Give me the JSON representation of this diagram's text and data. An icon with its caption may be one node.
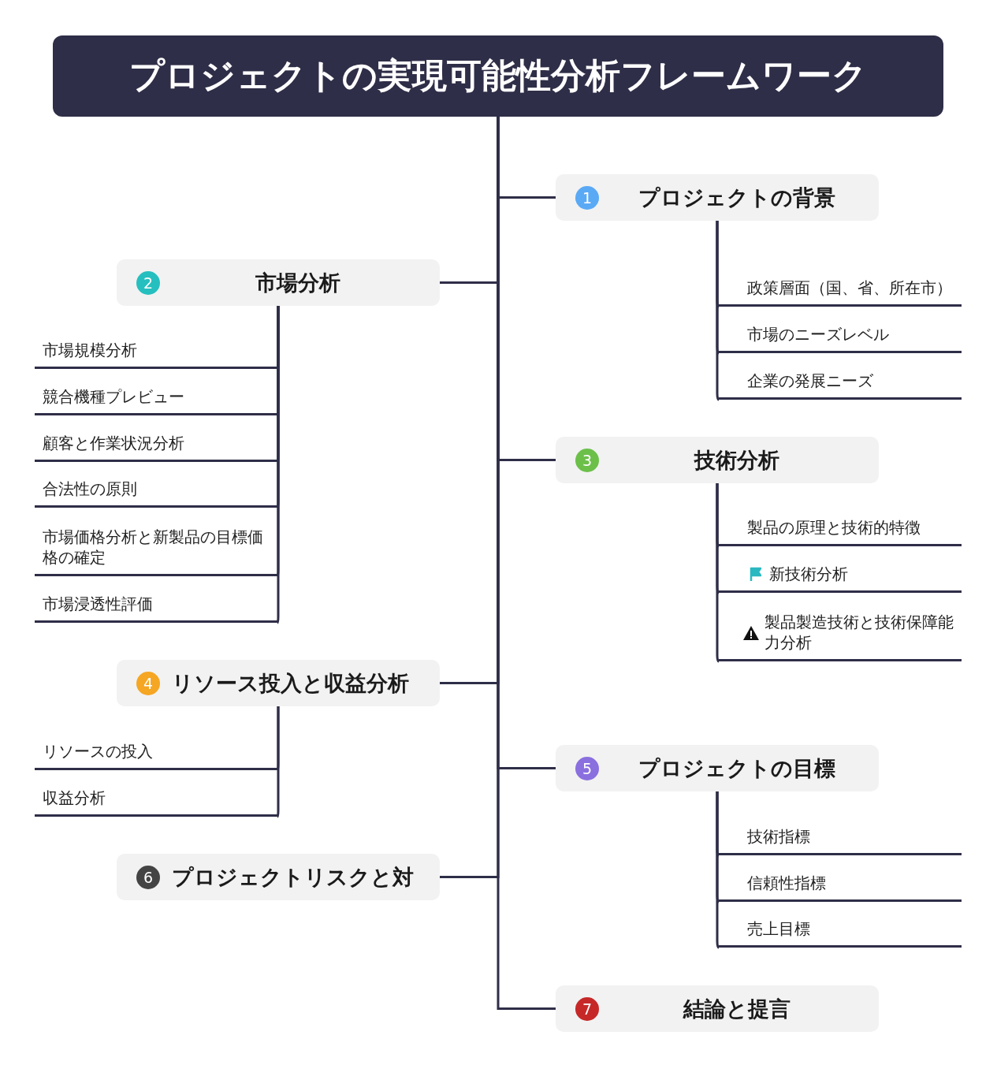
{
  "diagram": {
    "nodes": [
      {
        "text": [
          "プロジェクトの実現可能性分析フレームワーク"
        ]
      },
      {
        "text": [
          "1",
          "プロジェクトの背景"
        ]
      },
      {
        "text": [
          "政策層面（国、省、所在市）"
        ]
      },
      {
        "text": [
          "市場のニーズレベル"
        ]
      },
      {
        "text": [
          "企業の発展ニーズ"
        ]
      },
      {
        "text": [
          "2",
          "市場分析"
        ]
      },
      {
        "text": [
          "市場規模分析"
        ]
      },
      {
        "text": [
          "競合機種プレビュー"
        ]
      },
      {
        "text": [
          "顧客と作業状況分析"
        ]
      },
      {
        "text": [
          "合法性の原則"
        ]
      },
      {
        "text": [
          "市場価格分析と新製品の目標価格の確定"
        ]
      },
      {
        "text": [
          "市場浸透性評価"
        ]
      },
      {
        "text": [
          "3",
          "技術分析"
        ]
      },
      {
        "text": [
          "製品の原理と技術的特徴"
        ]
      },
      {
        "text": [
          "新技術分析"
        ]
      },
      {
        "text": [
          "製品製造技術と技術保障能力分析"
        ]
      },
      {
        "text": [
          "4",
          "リソース投入と収益分析"
        ]
      },
      {
        "text": [
          "リソースの投入"
        ]
      },
      {
        "text": [
          "収益分析"
        ]
      },
      {
        "text": [
          "5",
          "プロジェクトの目標"
        ]
      },
      {
        "text": [
          "技術指標"
        ]
      },
      {
        "text": [
          "信頼性指標"
        ]
      },
      {
        "text": [
          "売上目標"
        ]
      },
      {
        "text": [
          "6",
          "プロジェクトリスクと対"
        ]
      },
      {
        "text": [
          "7",
          "結論と提言"
        ]
      }
    ],
    "edges": [
      {
        "from": 0,
        "to": 1,
        "arrow": "none"
      },
      {
        "from": 1,
        "to": 2,
        "arrow": "none"
      },
      {
        "from": 1,
        "to": 3,
        "arrow": "none"
      },
      {
        "from": 1,
        "to": 4,
        "arrow": "none"
      },
      {
        "from": 0,
        "to": 5,
        "arrow": "none"
      },
      {
        "from": 5,
        "to": 6,
        "arrow": "none"
      },
      {
        "from": 5,
        "to": 7,
        "arrow": "none"
      },
      {
        "from": 5,
        "to": 8,
        "arrow": "none"
      },
      {
        "from": 5,
        "to": 9,
        "arrow": "none"
      },
      {
        "from": 5,
        "to": 10,
        "arrow": "none"
      },
      {
        "from": 5,
        "to": 11,
        "arrow": "none"
      },
      {
        "from": 0,
        "to": 12,
        "arrow": "none"
      },
      {
        "from": 12,
        "to": 13,
        "arrow": "none"
      },
      {
        "from": 12,
        "to": 14,
        "arrow": "none"
      },
      {
        "from": 12,
        "to": 15,
        "arrow": "none"
      },
      {
        "from": 0,
        "to": 16,
        "arrow": "none"
      },
      {
        "from": 16,
        "to": 17,
        "arrow": "none"
      },
      {
        "from": 16,
        "to": 18,
        "arrow": "none"
      },
      {
        "from": 0,
        "to": 19,
        "arrow": "none"
      },
      {
        "from": 19,
        "to": 20,
        "arrow": "none"
      },
      {
        "from": 19,
        "to": 21,
        "arrow": "none"
      },
      {
        "from": 19,
        "to": 22,
        "arrow": "none"
      },
      {
        "from": 0,
        "to": 23,
        "arrow": "none"
      },
      {
        "from": 0,
        "to": 24,
        "arrow": "none"
      }
    ]
  }
}
